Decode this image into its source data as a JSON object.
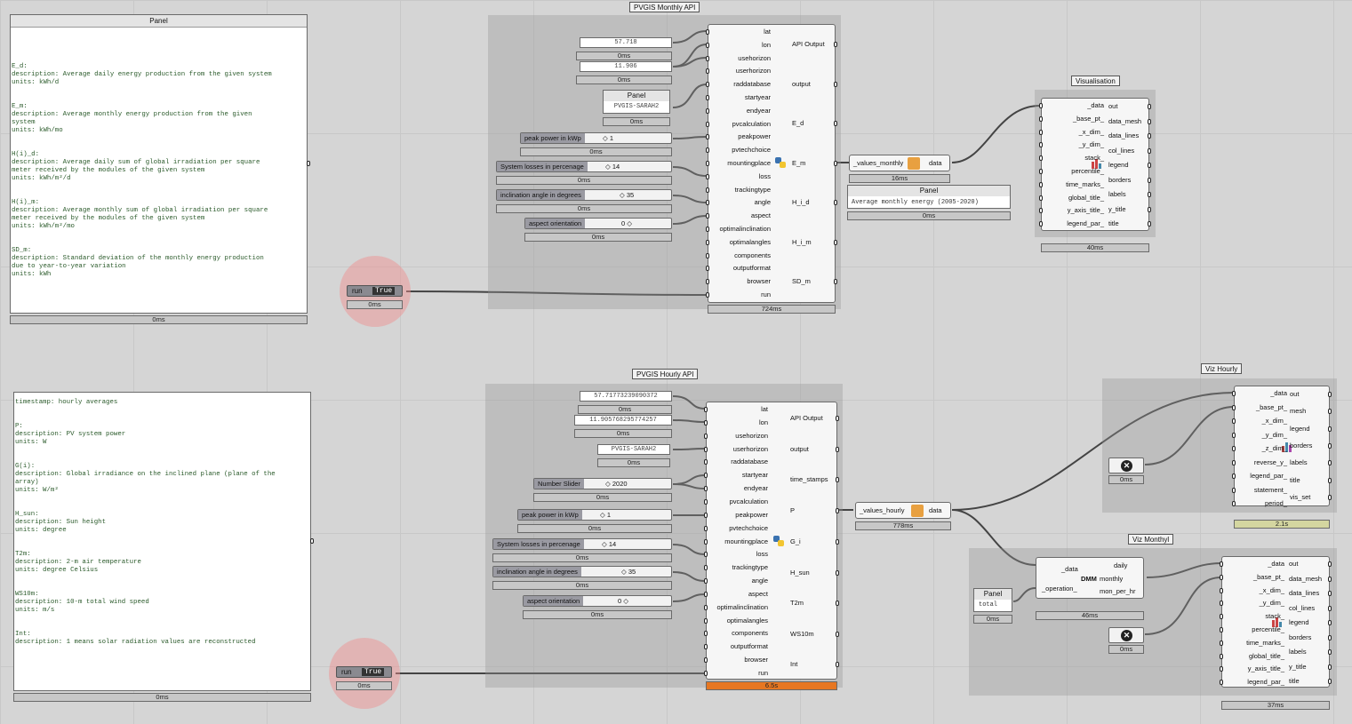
{
  "monthly_api": {
    "title": "PVGIS Monthly API",
    "inputs": [
      "lat",
      "lon",
      "usehorizon",
      "userhorizon",
      "raddatabase",
      "startyear",
      "endyear",
      "pvcalculation",
      "peakpower",
      "pvtechchoice",
      "mountingplace",
      "loss",
      "trackingtype",
      "angle",
      "aspect",
      "optimalinclination",
      "optimalangles",
      "components",
      "outputformat",
      "browser",
      "run"
    ],
    "outputs": [
      "API Output",
      "output",
      "E_d",
      "E_m",
      "H_i_d",
      "H_i_m",
      "SD_m"
    ],
    "time": "724ms",
    "lat_value": "57.718",
    "lat_time": "0ms",
    "lon_value": "11.906",
    "lon_time": "0ms",
    "panel_label": "Panel",
    "panel_value": "PVGIS-SARAH2",
    "panel_time": "0ms",
    "peak_label": "peak power in kWp",
    "peak_value": "◇ 1",
    "peak_time": "0ms",
    "loss_label": "System losses in percenage",
    "loss_value": "◇ 14",
    "loss_time": "0ms",
    "angle_label": "inclination angle in degrees",
    "angle_value": "◇ 35",
    "angle_time": "0ms",
    "aspect_label": "aspect orientation",
    "aspect_value": "0 ◇",
    "aspect_time": "0ms",
    "run_label": "run",
    "run_value": "True",
    "run_time": "0ms"
  },
  "values_monthly": {
    "input": "_values_monthly",
    "output": "data",
    "time": "16ms"
  },
  "monthly_text_panel": {
    "title": "Panel",
    "value": "Average monthly energy (2005-2020)",
    "time": "0ms"
  },
  "visualisation": {
    "title": "Visualisation",
    "inputs": [
      "_data",
      "_base_pt_",
      "_x_dim_",
      "_y_dim_",
      "stack_",
      "percentile_",
      "time_marks_",
      "global_title_",
      "y_axis_title_",
      "legend_par_"
    ],
    "outputs": [
      "out",
      "data_mesh",
      "data_lines",
      "col_lines",
      "legend",
      "borders",
      "labels",
      "y_title",
      "title"
    ],
    "time": "40ms"
  },
  "left_panel_top": {
    "title": "Panel",
    "text": "E_d:\ndescription: Average daily energy production from the given system\nunits: kWh/d\n\n\nE_m:\ndescription: Average monthly energy production from the given\nsystem\nunits: kWh/mo\n\n\nH(i)_d:\ndescription: Average daily sum of global irradiation per square\nmeter received by the modules of the given system\nunits: kWh/m²/d\n\n\nH(i)_m:\ndescription: Average monthly sum of global irradiation per square\nmeter received by the modules of the given system\nunits: kWh/m²/mo\n\n\nSD_m:\ndescription: Standard deviation of the monthly energy production\ndue to year-to-year variation\nunits: kWh",
    "time": "0ms"
  },
  "left_panel_bottom": {
    "text": "timestamp: hourly averages\n\n\nP:\ndescription: PV system power\nunits: W\n\n\nG(i):\ndescription: Global irradiance on the inclined plane (plane of the\narray)\nunits: W/m²\n\n\nH_sun:\ndescription: Sun height\nunits: degree\n\n\nT2m:\ndescription: 2-m air temperature\nunits: degree Celsius\n\n\nWS10m:\ndescription: 10-m total wind speed\nunits: m/s\n\n\nInt:\ndescription: 1 means solar radiation values are reconstructed",
    "time": "0ms"
  },
  "hourly_api": {
    "title": "PVGIS Hourly API",
    "inputs": [
      "lat",
      "lon",
      "usehorizon",
      "userhorizon",
      "raddatabase",
      "startyear",
      "endyear",
      "pvcalculation",
      "peakpower",
      "pvtechchoice",
      "mountingplace",
      "loss",
      "trackingtype",
      "angle",
      "aspect",
      "optimalinclination",
      "optimalangles",
      "components",
      "outputformat",
      "browser",
      "run"
    ],
    "outputs": [
      "API Output",
      "output",
      "time_stamps",
      "P",
      "G_i",
      "H_sun",
      "T2m",
      "WS10m",
      "Int"
    ],
    "time": "6.5s",
    "lat_value": "57.71773239090372",
    "lat_time": "0ms",
    "lon_value": "11.905768295774257",
    "lon_time": "0ms",
    "panel_label": "Panel",
    "panel_value": "PVGIS-SARAH2",
    "panel_time": "0ms",
    "slider_label": "Number Slider",
    "slider_value": "◇ 2020",
    "slider_time": "0ms",
    "peak_label": "peak power in kWp",
    "peak_value": "◇ 1",
    "peak_time": "0ms",
    "loss_label": "System losses in percenage",
    "loss_value": "◇ 14",
    "loss_time": "0ms",
    "angle_label": "inclination angle in degrees",
    "angle_value": "◇ 35",
    "angle_time": "0ms",
    "aspect_label": "aspect orientation",
    "aspect_value": "0 ◇",
    "aspect_time": "0ms",
    "run_label": "run",
    "run_value": "True",
    "run_time": "0ms"
  },
  "values_hourly": {
    "input": "_values_hourly",
    "output": "data",
    "time": "778ms"
  },
  "viz_hourly": {
    "title": "Viz Hourly",
    "inputs": [
      "_data",
      "_base_pt_",
      "_x_dim_",
      "_y_dim_",
      "_z_dim_",
      "reverse_y_",
      "legend_par_",
      "statement_",
      "period_"
    ],
    "outputs": [
      "out",
      "mesh",
      "legend",
      "borders",
      "labels",
      "title",
      "vis_set"
    ],
    "time": "2.1s",
    "x_time": "0ms"
  },
  "dmm": {
    "icon_text": "DMM",
    "inputs": [
      "_data",
      "_operation_"
    ],
    "outputs": [
      "daily",
      "monthly",
      "mon_per_hr"
    ],
    "time": "46ms"
  },
  "total_panel": {
    "title": "Panel",
    "value": "total",
    "time": "0ms"
  },
  "viz_monthly": {
    "title": "Viz Monthyl",
    "inputs": [
      "_data",
      "_base_pt_",
      "_x_dim_",
      "_y_dim_",
      "stack_",
      "percentile_",
      "time_marks_",
      "global_title_",
      "y_axis_title_",
      "legend_par_"
    ],
    "outputs": [
      "out",
      "data_mesh",
      "data_lines",
      "col_lines",
      "legend",
      "borders",
      "labels",
      "y_title",
      "title"
    ],
    "time": "37ms",
    "x_time": "0ms"
  },
  "icons": {
    "close": "✕"
  }
}
